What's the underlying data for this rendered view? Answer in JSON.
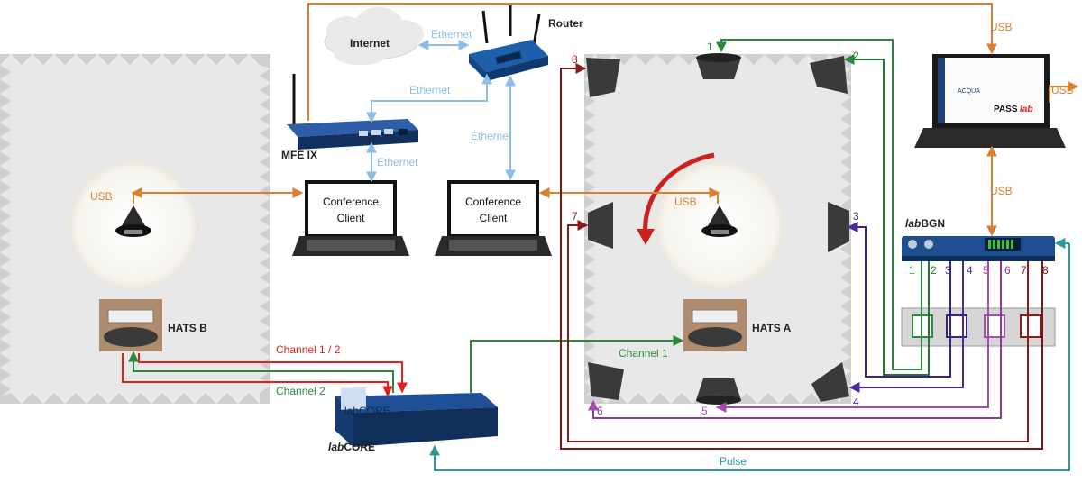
{
  "devices": {
    "internet": "Internet",
    "router": "Router",
    "mfe": "MFE IX",
    "client_left": [
      "Conference",
      "Client"
    ],
    "client_right": [
      "Conference",
      "Client"
    ],
    "hats_b": "HATS B",
    "hats_a": "HATS A",
    "labcore_italic": "lab",
    "labcore_rest": "CORE",
    "labbgn_italic": "lab",
    "labbgn_rest": "BGN",
    "labcore_screen": "labCORE",
    "laptop_acqua": "ACQUA",
    "laptop_pass": "PASS",
    "laptop_lab": "lab"
  },
  "links": {
    "eth_internet_router": "Ethernet",
    "eth_router_mfe": "Ethernet",
    "eth_router_client": "Ethernet",
    "eth_mfe_client": "Ethernet",
    "usb_router_laptop": "USB",
    "usb_laptop_right": "USB",
    "usb_laptop_bgn": "USB",
    "usb_hats_b_room": "USB",
    "usb_hats_a_room": "USB",
    "channel_12": "Channel 1 / 2",
    "channel_2": "Channel 2",
    "channel_1": "Channel 1",
    "pulse": "Pulse"
  },
  "speakers": [
    "1",
    "2",
    "3",
    "4",
    "5",
    "6",
    "7",
    "8"
  ],
  "bgn_channels": [
    "1",
    "2",
    "3",
    "4",
    "5",
    "6",
    "7",
    "8"
  ],
  "colors": {
    "ethernet": "#8dbde6",
    "usb": "#d8822f",
    "ch1": "#2a8a3c",
    "ch2": "#1f7a2e",
    "ch3": "#3b1f8c",
    "ch4": "#4b2a9c",
    "ch5": "#a64bb0",
    "ch6": "#8a3b9c",
    "ch7": "#8b1a1a",
    "ch8": "#7a1515",
    "red": "#e02020",
    "pulse": "#2a9a9a",
    "room": "#e6e6e6",
    "room_border": "#b8b8b8"
  }
}
